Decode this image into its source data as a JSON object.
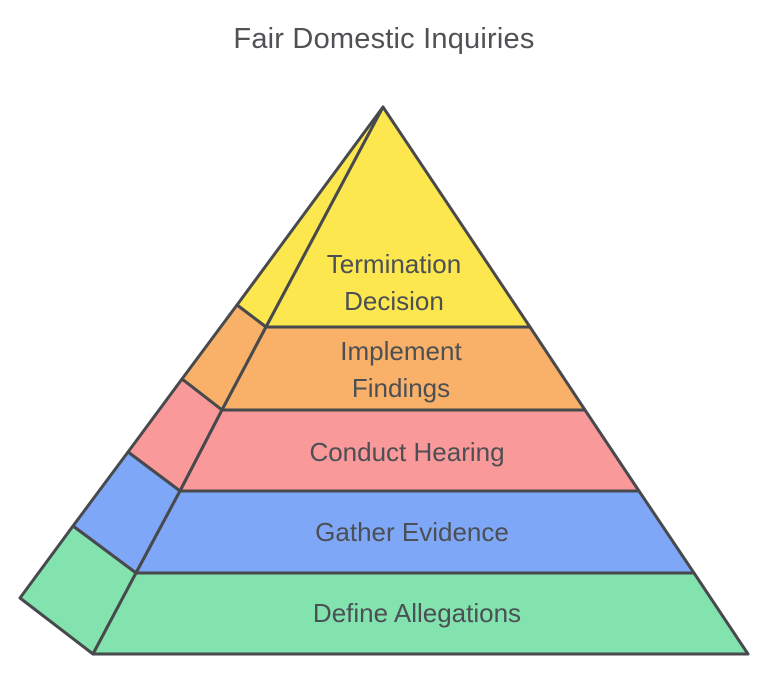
{
  "title": "Fair Domestic Inquiries",
  "colors": {
    "background": "#FFFFFF",
    "outline": "#47494C",
    "label_text": "#4C4F54",
    "title_text": "#4F5154"
  },
  "pyramid": {
    "type": "pyramid",
    "orientation": "apex-top",
    "level_count": 5,
    "levels": [
      {
        "label": "Termination Decision",
        "lines": [
          "Termination",
          "Decision"
        ],
        "color": "#FCE84E"
      },
      {
        "label": "Implement Findings",
        "lines": [
          "Implement",
          "Findings"
        ],
        "color": "#F9B169"
      },
      {
        "label": "Conduct Hearing",
        "lines": [
          "Conduct Hearing"
        ],
        "color": "#F9999A"
      },
      {
        "label": "Gather Evidence",
        "lines": [
          "Gather Evidence"
        ],
        "color": "#7FA7F7"
      },
      {
        "label": "Define Allegations",
        "lines": [
          "Define Allegations"
        ],
        "color": "#83E3AE"
      }
    ]
  }
}
